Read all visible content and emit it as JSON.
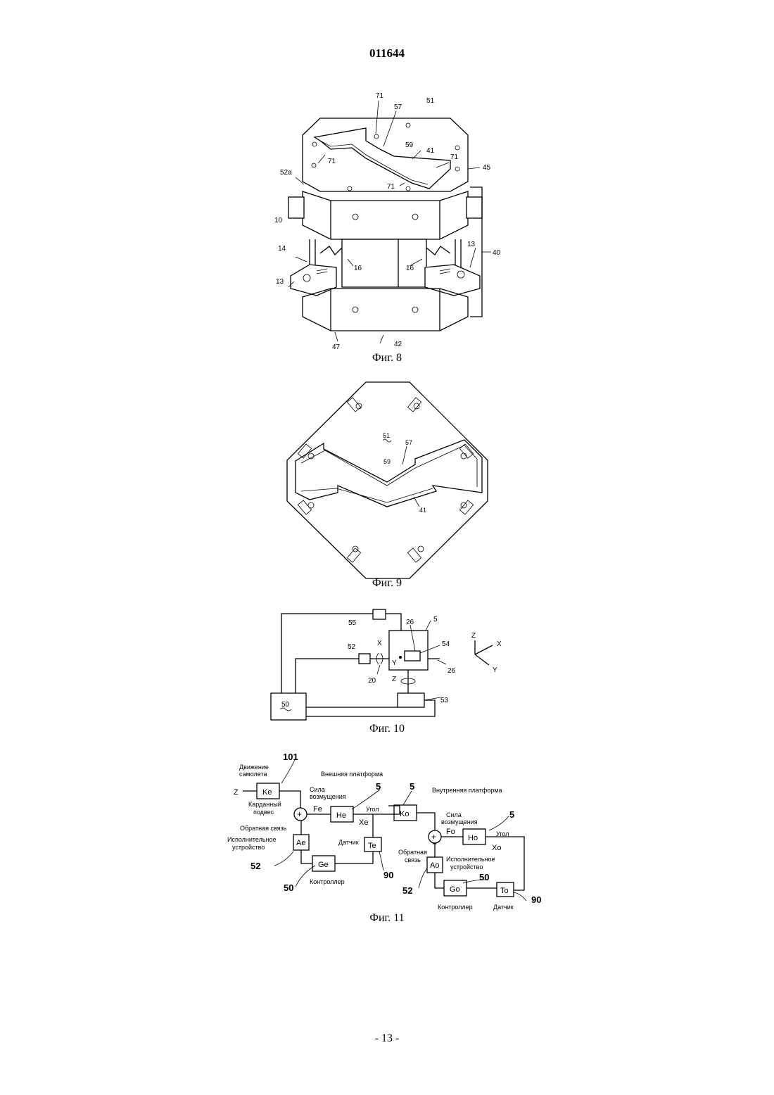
{
  "header": {
    "doc_number": "011644"
  },
  "footer": {
    "page_number": "- 13 -"
  },
  "fig8": {
    "caption": "Фиг. 8",
    "labels": [
      "71",
      "57",
      "51",
      "59",
      "41",
      "71",
      "45",
      "71",
      "71",
      "52a",
      "10",
      "14",
      "13",
      "16",
      "16",
      "13",
      "40",
      "47",
      "42"
    ]
  },
  "fig9": {
    "caption": "Фиг. 9",
    "labels": [
      "51",
      "57",
      "59",
      "41"
    ]
  },
  "fig10": {
    "caption": "Фиг. 10",
    "labels": [
      "55",
      "26",
      "5",
      "52",
      "X",
      "54",
      "Y",
      "26",
      "20",
      "Z",
      "53",
      "50",
      "Z",
      "X",
      "Y"
    ]
  },
  "fig11": {
    "caption": "Фиг. 11",
    "labels": [
      "101",
      "Движение",
      "самолета",
      "Внешняя платформа",
      "Z",
      "Сила",
      "возмущения",
      "5",
      "5",
      "Внутренняя платформа",
      "Карданный",
      "подвес",
      "Угол",
      "Обратная связь",
      "Исполнительное",
      "устройство",
      "Датчик",
      "52",
      "Контроллер",
      "50",
      "90",
      "Сила",
      "возмущения",
      "5",
      "Угол",
      "Обратная",
      "связь",
      "Исполнительное",
      "устройство",
      "50",
      "52",
      "Контроллер",
      "Датчик",
      "90"
    ],
    "blocks": [
      "Ke",
      "He",
      "Ko",
      "Ae",
      "Te",
      "Ge",
      "Ho",
      "Ao",
      "Go",
      "To"
    ],
    "signals": [
      "Fe",
      "Xe",
      "Fo",
      "Xo"
    ]
  }
}
